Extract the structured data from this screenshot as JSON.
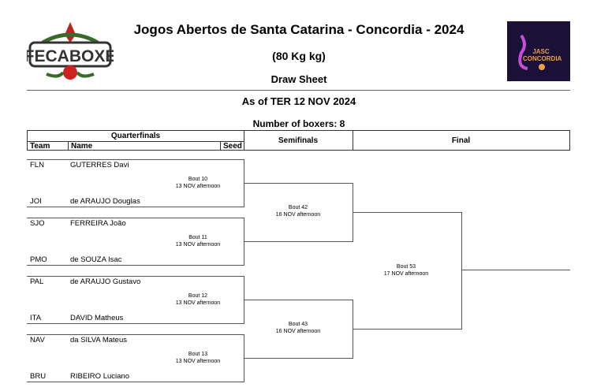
{
  "header": {
    "title": "Jogos Abertos de Santa Catarina - Concordia - 2024",
    "weight_class": "(80 Kg kg)",
    "subtitle": "Draw Sheet",
    "as_of": "As of TER 12 NOV 2024",
    "boxers_count": "Number of boxers: 8",
    "left_logo_text": "FECABOXE",
    "right_logo_text": "JASC CONCORDIA"
  },
  "columns": {
    "quarterfinals": "Quarterfinals",
    "team": "Team",
    "name": "Name",
    "seed": "Seed",
    "semifinals": "Semifinals",
    "final": "Final"
  },
  "quarterfinals": [
    {
      "bout": "Bout 10",
      "when": "13 NOV afternoon",
      "red": {
        "team": "FLN",
        "name": "GUTERRES Davi"
      },
      "blue": {
        "team": "JOI",
        "name": "de ARAUJO Douglas"
      }
    },
    {
      "bout": "Bout 11",
      "when": "13 NOV afternoon",
      "red": {
        "team": "SJO",
        "name": "FERREIRA João"
      },
      "blue": {
        "team": "PMO",
        "name": "de SOUZA Isac"
      }
    },
    {
      "bout": "Bout 12",
      "when": "13 NOV afternoon",
      "red": {
        "team": "PAL",
        "name": "de ARAUJO Gustavo"
      },
      "blue": {
        "team": "ITA",
        "name": "DAVID Matheus"
      }
    },
    {
      "bout": "Bout 13",
      "when": "13 NOV afternoon",
      "red": {
        "team": "NAV",
        "name": "da SILVA Mateus"
      },
      "blue": {
        "team": "BRU",
        "name": "RIBEIRO Luciano"
      }
    }
  ],
  "semifinals": [
    {
      "bout": "Bout 42",
      "when": "16 NOV afternoon"
    },
    {
      "bout": "Bout 43",
      "when": "16 NOV afternoon"
    }
  ],
  "final": {
    "bout": "Bout 53",
    "when": "17 NOV afternoon"
  }
}
